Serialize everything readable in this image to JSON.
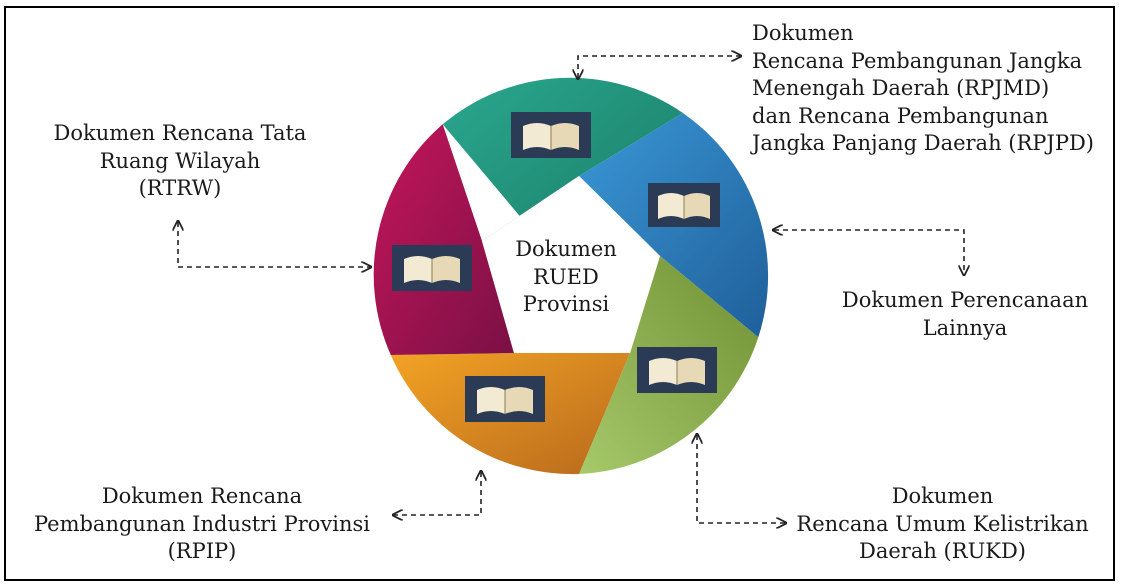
{
  "diagram": {
    "center": {
      "lines": [
        "Dokumen",
        "RUED",
        "Provinsi"
      ]
    },
    "segments": [
      {
        "name": "rpjmd",
        "color_start": "#2aa78f",
        "color_end": "#1a7a63"
      },
      {
        "name": "perencanaan-lainnya",
        "color_start": "#3a98d6",
        "color_end": "#1f5f9a"
      },
      {
        "name": "rukd",
        "color_start": "#a6c96a",
        "color_end": "#6f8f33"
      },
      {
        "name": "rpip",
        "color_start": "#f2a324",
        "color_end": "#b8691d"
      },
      {
        "name": "rtrw",
        "color_start": "#c4165a",
        "color_end": "#7a1045"
      }
    ],
    "book_icon": {
      "bg": "#2b3b55",
      "page": "#f3ead4"
    }
  },
  "labels": {
    "rpjmd": [
      "Dokumen",
      "Rencana Pembangunan Jangka",
      "Menengah Daerah (RPJMD)",
      "dan Rencana Pembangunan",
      "Jangka Panjang Daerah (RPJPD)"
    ],
    "rtrw": [
      "Dokumen Rencana Tata",
      "Ruang Wilayah",
      "(RTRW)"
    ],
    "lainnya": [
      "Dokumen Perencanaan",
      "Lainnya"
    ],
    "rukd": [
      "Dokumen",
      "Rencana Umum Kelistrikan",
      "Daerah (RUKD)"
    ],
    "rpip": [
      "Dokumen Rencana",
      "Pembangunan Industri Provinsi",
      "(RPIP)"
    ]
  }
}
